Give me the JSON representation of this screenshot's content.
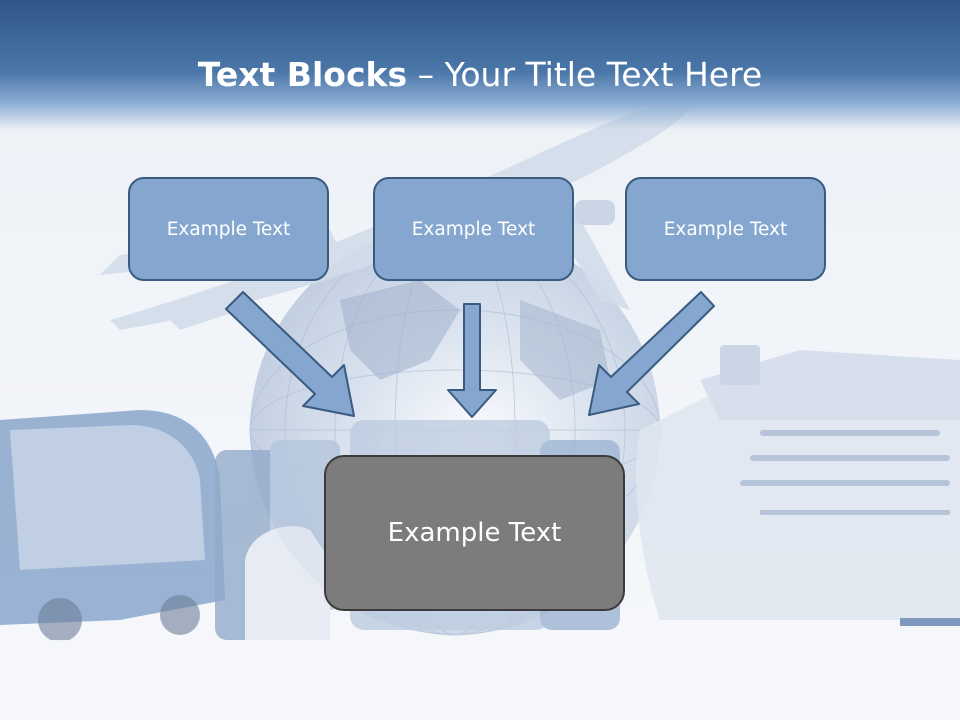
{
  "title": {
    "bold": "Text Blocks",
    "separator": " – ",
    "rest": "Your Title Text Here"
  },
  "blocks": [
    {
      "label": "Example Text"
    },
    {
      "label": "Example Text"
    },
    {
      "label": "Example Text"
    }
  ],
  "center_block": {
    "label": "Example Text"
  },
  "colors": {
    "header_dark": "#2f5787",
    "block_fill": "#85a7cf",
    "block_border": "#3a5a80",
    "center_fill": "#7c7c7c",
    "arrow_fill": "#85a7cf"
  },
  "background_image": {
    "icon": "travel-collage-icon"
  }
}
